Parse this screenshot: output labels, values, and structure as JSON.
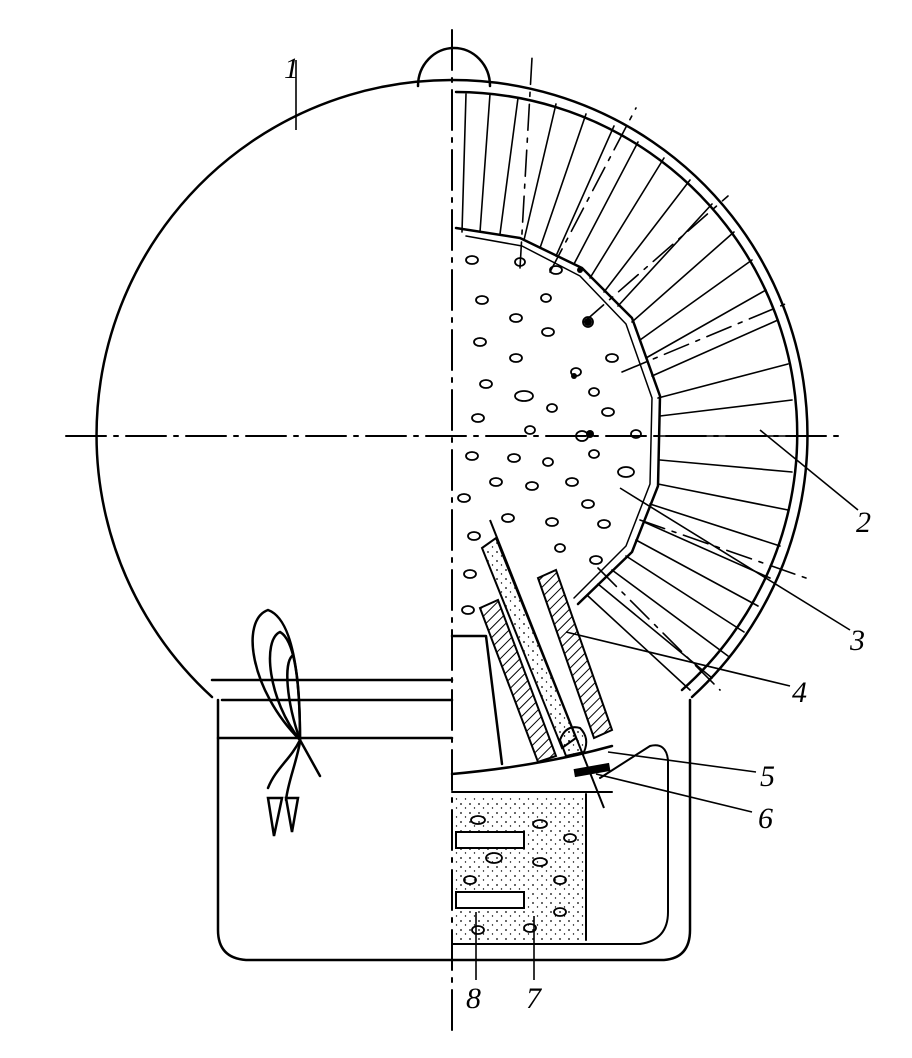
{
  "diagram": {
    "labels": {
      "l1": "1",
      "l2": "2",
      "l3": "3",
      "l4": "4",
      "l5": "5",
      "l6": "6",
      "l7": "7",
      "l8": "8"
    },
    "colors": {
      "ink": "#000000",
      "paper": "#ffffff"
    }
  }
}
